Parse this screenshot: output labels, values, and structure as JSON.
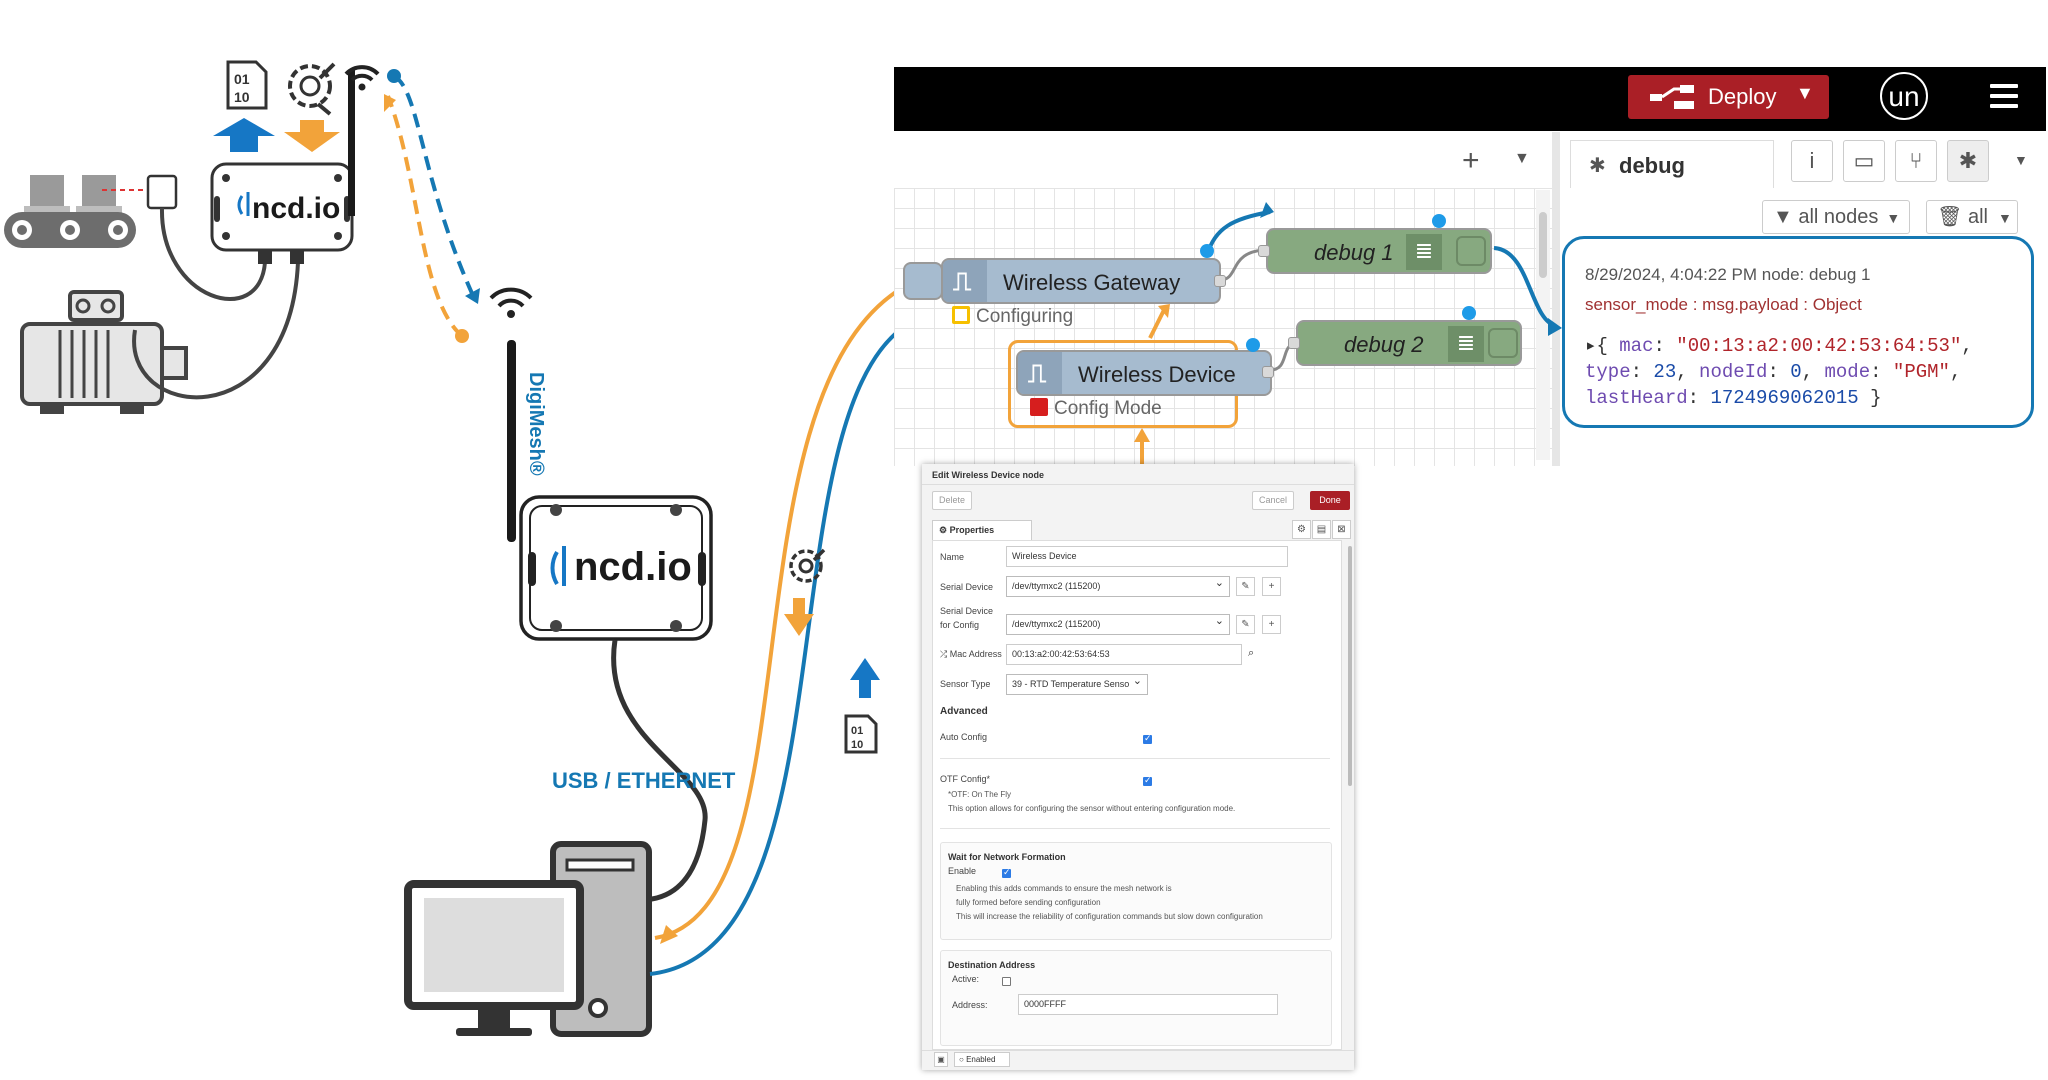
{
  "hardware": {
    "brand": "ncd.io",
    "radio_label": "DigiMesh®",
    "connection_label": "USB / ETHERNET"
  },
  "colors": {
    "upload_arrow": "#1677c5",
    "download_arrow": "#f2a33a",
    "link_line": "#1578b3",
    "config_line": "#f2a33a",
    "deploy": "#aa1f26",
    "node_gateway": "#a6bbcf",
    "node_debug": "#87a980",
    "status_config": "#d61e1e",
    "status_configuring": "#f6c000"
  },
  "header": {
    "deploy_label": "Deploy",
    "user_initials": "un"
  },
  "sidebar": {
    "tab_label": "debug",
    "filter_nodes_label": "all nodes",
    "clear_label": "all",
    "message": {
      "meta": "8/29/2024, 4:04:22 PM   node: debug 1",
      "topic": "sensor_mode : msg.payload : Object",
      "payload": {
        "mac": "\"00:13:a2:00:42:53:64:53\"",
        "type": "23",
        "nodeId": "0",
        "mode": "\"PGM\"",
        "lastHeard": "1724969062015"
      }
    }
  },
  "flow": {
    "gateway": {
      "label": "Wireless Gateway",
      "status": "Configuring"
    },
    "device": {
      "label": "Wireless Device",
      "status": "Config Mode"
    },
    "debug1": {
      "label": "debug 1"
    },
    "debug2": {
      "label": "debug 2"
    }
  },
  "edit_dialog": {
    "title": "Edit Wireless Device node",
    "delete_label": "Delete",
    "cancel_label": "Cancel",
    "done_label": "Done",
    "tab_properties": "Properties",
    "name_label": "Name",
    "name_value": "Wireless Device",
    "serial_label": "Serial Device",
    "serial_value": "/dev/ttymxc2 (115200)",
    "serial_config_label_1": "Serial Device",
    "serial_config_label_2": "for Config",
    "serial_config_value": "/dev/ttymxc2 (115200)",
    "mac_label": "Mac Address",
    "mac_value": "00:13:a2:00:42:53:64:53",
    "sensor_type_label": "Sensor Type",
    "sensor_type_value": "39 - RTD Temperature Senso",
    "advanced_heading": "Advanced",
    "auto_config_label": "Auto Config",
    "otf_label": "OTF Config*",
    "otf_note_1": "*OTF: On The Fly",
    "otf_note_2": "This option allows for configuring the sensor without entering configuration mode.",
    "wait_heading": "Wait for Network Formation",
    "enable_label": "Enable",
    "wait_note_1": "Enabling this adds commands to ensure the mesh network is",
    "wait_note_2": "fully formed before sending configuration",
    "wait_note_3": "This will increase the reliability of configuration commands but slow down configuration",
    "dest_heading": "Destination Address",
    "active_label": "Active:",
    "address_label": "Address:",
    "address_value": "0000FFFF",
    "footer_enabled": "Enabled"
  }
}
